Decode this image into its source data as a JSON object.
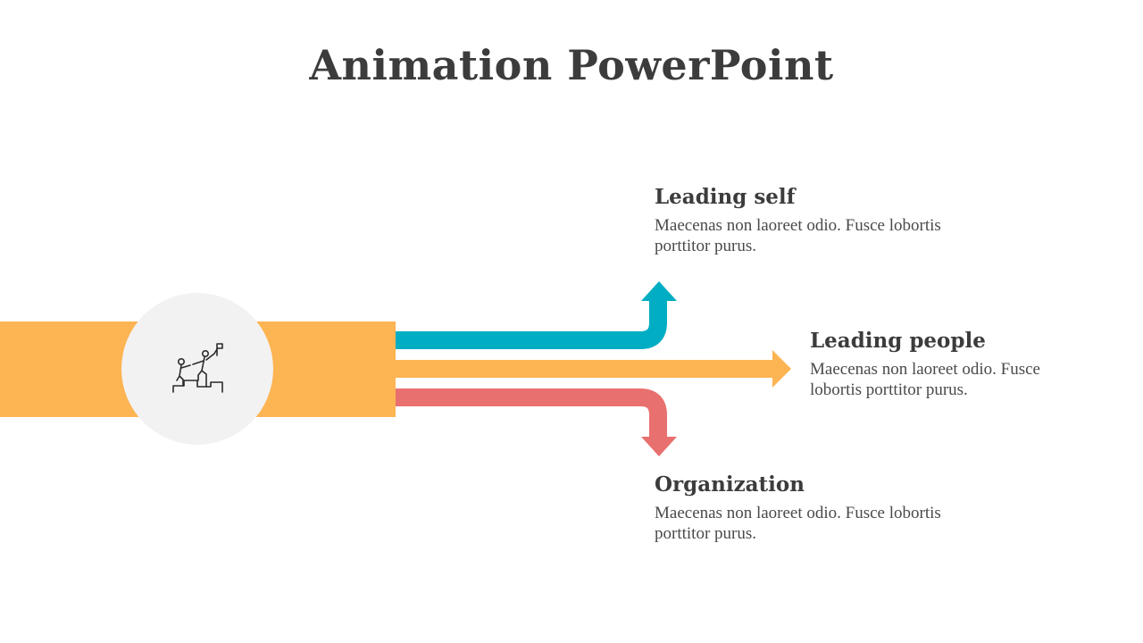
{
  "slide": {
    "title": "Animation PowerPoint"
  },
  "icon": {
    "name": "team-climbing-steps-flag-icon"
  },
  "colors": {
    "orange": "#FDB453",
    "teal": "#00ADC3",
    "coral": "#E8706F",
    "circle_bg": "#F2F2F2",
    "heading_text": "#3C3C3C",
    "body_text": "#4A4A4A"
  },
  "branches": [
    {
      "direction": "up",
      "color": "#00ADC3",
      "heading": "Leading self",
      "text": "Maecenas non laoreet odio. Fusce lobortis porttitor purus."
    },
    {
      "direction": "right",
      "color": "#FDB453",
      "heading": "Leading people",
      "text": "Maecenas non laoreet odio. Fusce lobortis porttitor purus."
    },
    {
      "direction": "down",
      "color": "#E8706F",
      "heading": "Organization",
      "text": "Maecenas non laoreet odio. Fusce lobortis porttitor purus."
    }
  ]
}
